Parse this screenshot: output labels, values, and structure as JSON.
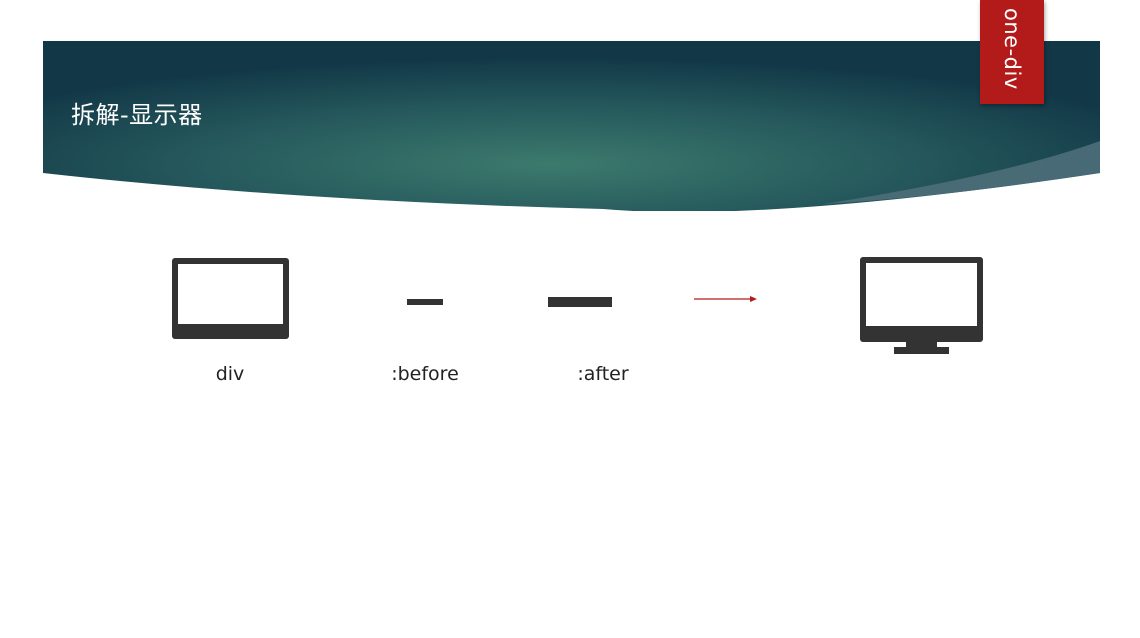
{
  "slide": {
    "title": "拆解-显示器",
    "tag": "one-div",
    "colors": {
      "banner_dark": "#123847",
      "banner_light": "#3c7a6d",
      "tag": "#b31b1b",
      "arrow": "#b31b1b",
      "shape": "#333333"
    }
  },
  "diagram": {
    "parts": [
      {
        "label": "div",
        "icon": "monitor-screen-icon"
      },
      {
        "label": ":before",
        "icon": "short-bar-icon"
      },
      {
        "label": ":after",
        "icon": "long-bar-icon"
      }
    ],
    "result_icon": "monitor-icon",
    "arrow_icon": "arrow-right-icon"
  }
}
